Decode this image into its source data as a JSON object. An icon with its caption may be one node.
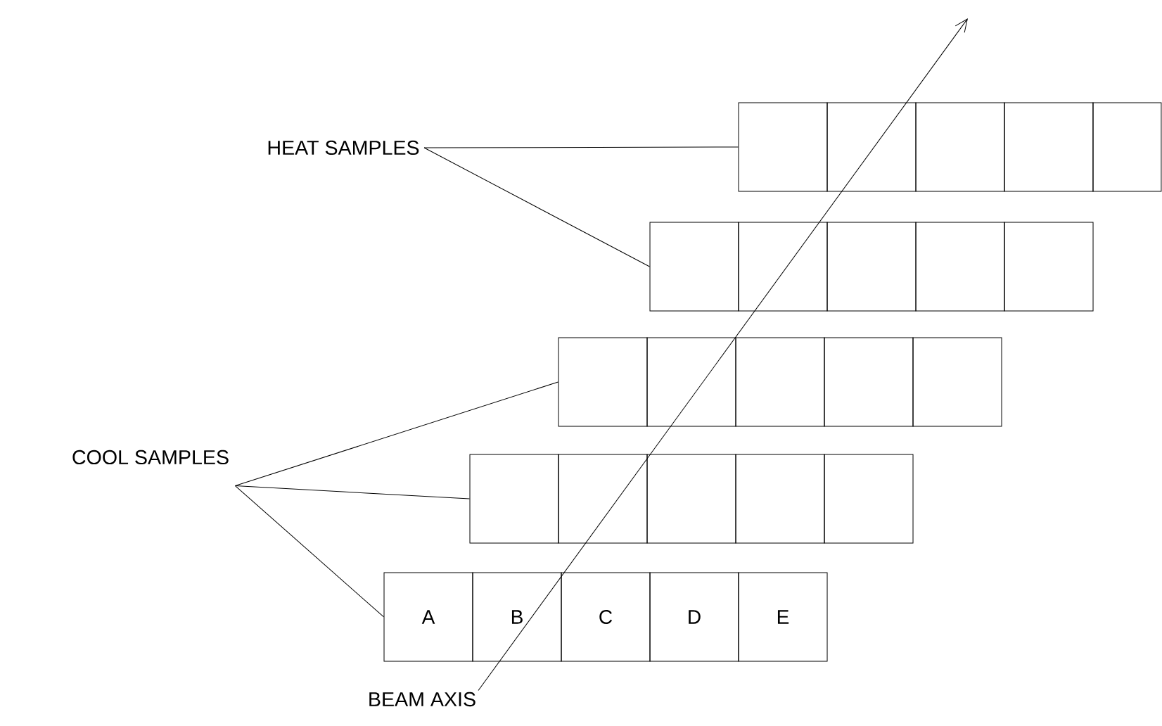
{
  "diagram": {
    "nodes": [
      {
        "text": [
          "HEAT SAMPLES"
        ]
      },
      {
        "text": [
          "COOL SAMPLES"
        ]
      },
      {
        "text": [
          "BEAM AXIS"
        ]
      },
      {
        "text": [],
        "shape": "box"
      },
      {
        "text": [],
        "shape": "box"
      },
      {
        "text": [],
        "shape": "box"
      },
      {
        "text": [],
        "shape": "box"
      },
      {
        "text": [],
        "shape": "box"
      },
      {
        "text": [],
        "shape": "box"
      },
      {
        "text": [],
        "shape": "box"
      },
      {
        "text": [],
        "shape": "box"
      },
      {
        "text": [],
        "shape": "box"
      },
      {
        "text": [],
        "shape": "box"
      },
      {
        "text": [],
        "shape": "box"
      },
      {
        "text": [],
        "shape": "box"
      },
      {
        "text": [],
        "shape": "box"
      },
      {
        "text": [],
        "shape": "box"
      },
      {
        "text": [],
        "shape": "box"
      },
      {
        "text": [],
        "shape": "box"
      },
      {
        "text": [],
        "shape": "box"
      },
      {
        "text": [],
        "shape": "box"
      },
      {
        "text": [],
        "shape": "box"
      },
      {
        "text": [],
        "shape": "box"
      },
      {
        "text": [
          "A"
        ]
      },
      {
        "text": [
          "B"
        ]
      },
      {
        "text": [
          "C"
        ]
      },
      {
        "text": [
          "D"
        ]
      },
      {
        "text": [
          "E"
        ]
      }
    ],
    "edges": [
      {
        "from": 0,
        "to": 3,
        "arrow": "none"
      },
      {
        "from": 0,
        "to": 8,
        "arrow": "none"
      },
      {
        "from": 1,
        "to": 13,
        "arrow": "none"
      },
      {
        "from": 1,
        "to": 18,
        "arrow": "none"
      },
      {
        "from": 1,
        "to": 23,
        "arrow": "none"
      },
      {
        "from": 2,
        "to": null,
        "arrow": "to"
      }
    ]
  }
}
